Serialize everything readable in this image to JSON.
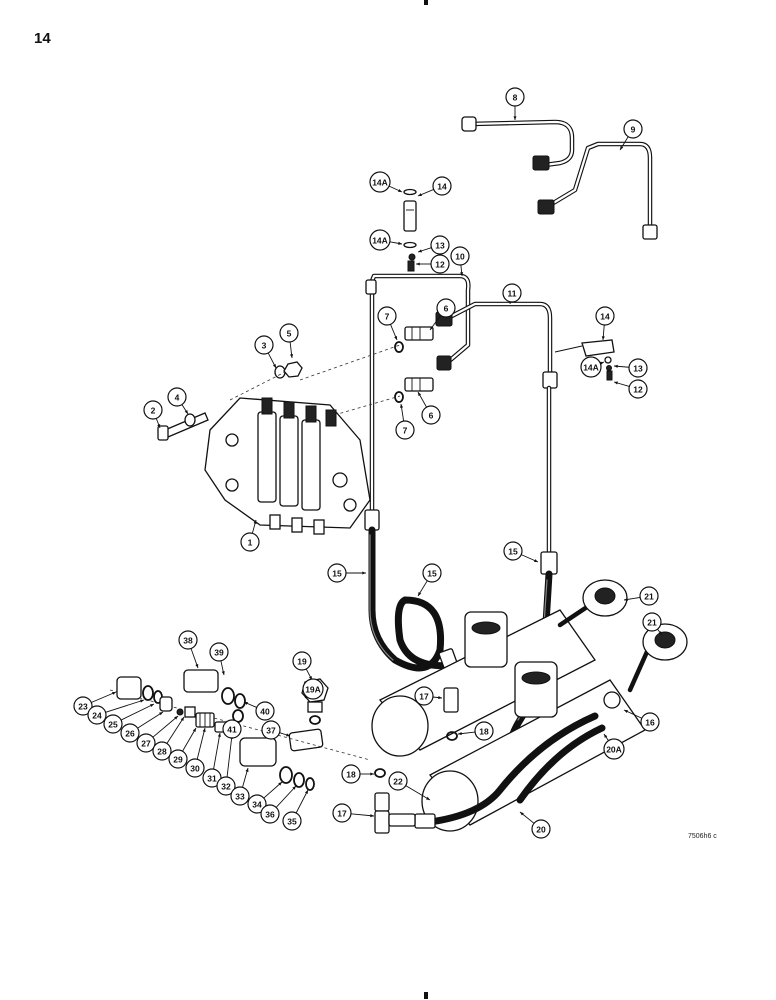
{
  "page": {
    "number": "14",
    "figure_code": "7506h6 c"
  },
  "callouts": [
    {
      "id": "c8",
      "label": "8"
    },
    {
      "id": "c9",
      "label": "9"
    },
    {
      "id": "c14A-a",
      "label": "14A"
    },
    {
      "id": "c14-a",
      "label": "14"
    },
    {
      "id": "c14A-b",
      "label": "14A"
    },
    {
      "id": "c13-a",
      "label": "13"
    },
    {
      "id": "c12-a",
      "label": "12"
    },
    {
      "id": "c10",
      "label": "10"
    },
    {
      "id": "c11",
      "label": "11"
    },
    {
      "id": "c7-a",
      "label": "7"
    },
    {
      "id": "c6-a",
      "label": "6"
    },
    {
      "id": "c3",
      "label": "3"
    },
    {
      "id": "c5",
      "label": "5"
    },
    {
      "id": "c14-b",
      "label": "14"
    },
    {
      "id": "c14A-c",
      "label": "14A"
    },
    {
      "id": "c13-b",
      "label": "13"
    },
    {
      "id": "c12-b",
      "label": "12"
    },
    {
      "id": "c4",
      "label": "4"
    },
    {
      "id": "c2",
      "label": "2"
    },
    {
      "id": "c6-b",
      "label": "6"
    },
    {
      "id": "c7-b",
      "label": "7"
    },
    {
      "id": "c1",
      "label": "1"
    },
    {
      "id": "c15-a",
      "label": "15"
    },
    {
      "id": "c15-b",
      "label": "15"
    },
    {
      "id": "c15-c",
      "label": "15"
    },
    {
      "id": "c21-a",
      "label": "21"
    },
    {
      "id": "c21-b",
      "label": "21"
    },
    {
      "id": "c38",
      "label": "38"
    },
    {
      "id": "c39",
      "label": "39"
    },
    {
      "id": "c19",
      "label": "19"
    },
    {
      "id": "c19A",
      "label": "19A"
    },
    {
      "id": "c17-a",
      "label": "17"
    },
    {
      "id": "c18-a",
      "label": "18"
    },
    {
      "id": "c16",
      "label": "16"
    },
    {
      "id": "c20A",
      "label": "20A"
    },
    {
      "id": "c23",
      "label": "23"
    },
    {
      "id": "c24",
      "label": "24"
    },
    {
      "id": "c25",
      "label": "25"
    },
    {
      "id": "c26",
      "label": "26"
    },
    {
      "id": "c27",
      "label": "27"
    },
    {
      "id": "c28",
      "label": "28"
    },
    {
      "id": "c29",
      "label": "29"
    },
    {
      "id": "c30",
      "label": "30"
    },
    {
      "id": "c31",
      "label": "31"
    },
    {
      "id": "c32",
      "label": "32"
    },
    {
      "id": "c33",
      "label": "33"
    },
    {
      "id": "c34",
      "label": "34"
    },
    {
      "id": "c36",
      "label": "36"
    },
    {
      "id": "c35",
      "label": "35"
    },
    {
      "id": "c40",
      "label": "40"
    },
    {
      "id": "c41",
      "label": "41"
    },
    {
      "id": "c37",
      "label": "37"
    },
    {
      "id": "c18-b",
      "label": "18"
    },
    {
      "id": "c22",
      "label": "22"
    },
    {
      "id": "c17-b",
      "label": "17"
    },
    {
      "id": "c20",
      "label": "20"
    }
  ]
}
